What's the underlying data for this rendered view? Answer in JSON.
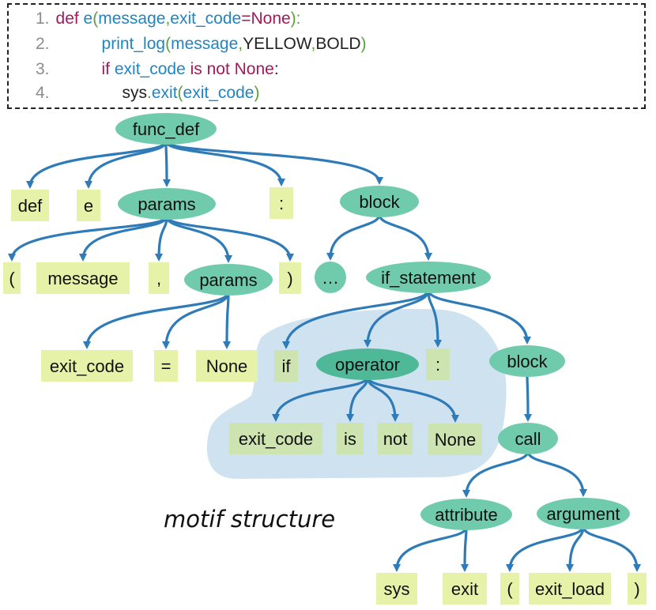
{
  "code": {
    "lines": [
      {
        "num": "1.",
        "tokens": [
          {
            "t": "def ",
            "c": "kw"
          },
          {
            "t": "e",
            "c": "fn"
          },
          {
            "t": "(",
            "c": "gn"
          },
          {
            "t": "message",
            "c": "fn"
          },
          {
            "t": ",",
            "c": "gn"
          },
          {
            "t": "exit_code",
            "c": "fn"
          },
          {
            "t": "=",
            "c": "kw"
          },
          {
            "t": "None",
            "c": "kw"
          },
          {
            "t": "):",
            "c": "gn"
          }
        ]
      },
      {
        "num": "2.",
        "tokens": [
          {
            "t": "print_log",
            "c": "fn"
          },
          {
            "t": "(",
            "c": "gn"
          },
          {
            "t": "message",
            "c": "fn"
          },
          {
            "t": ",",
            "c": "gn"
          },
          {
            "t": "YELLOW",
            "c": "pl"
          },
          {
            "t": ",",
            "c": "gn"
          },
          {
            "t": "BOLD",
            "c": "pl"
          },
          {
            "t": ")",
            "c": "gn"
          }
        ]
      },
      {
        "num": "3.",
        "tokens": [
          {
            "t": "if ",
            "c": "kw"
          },
          {
            "t": "exit_code ",
            "c": "fn"
          },
          {
            "t": "is not None",
            "c": "kw"
          },
          {
            "t": ":",
            "c": "pl"
          }
        ]
      },
      {
        "num": "4.",
        "tokens": [
          {
            "t": "sys",
            "c": "pl"
          },
          {
            "t": ".",
            "c": "gn"
          },
          {
            "t": "exit",
            "c": "fn"
          },
          {
            "t": "(",
            "c": "gn"
          },
          {
            "t": "exit_code",
            "c": "fn"
          },
          {
            "t": ")",
            "c": "gn"
          }
        ]
      }
    ]
  },
  "colors": {
    "ellipse": "#6fcbac",
    "ellipse_dark": "#4fb897",
    "box": "#e6f2a8",
    "box_dark": "#cde3b0",
    "arrow": "#2e7bb8",
    "motif_bg": "#cfe2f0"
  },
  "nodes": [
    {
      "id": "func_def",
      "label": "func_def",
      "shape": "ellipse"
    },
    {
      "id": "def",
      "label": "def",
      "shape": "box"
    },
    {
      "id": "e",
      "label": "e",
      "shape": "box"
    },
    {
      "id": "params1",
      "label": "params",
      "shape": "ellipse"
    },
    {
      "id": "colon1",
      "label": ":",
      "shape": "box"
    },
    {
      "id": "block1",
      "label": "block",
      "shape": "ellipse"
    },
    {
      "id": "lparen1",
      "label": "(",
      "shape": "box"
    },
    {
      "id": "message",
      "label": "message",
      "shape": "box"
    },
    {
      "id": "comma",
      "label": ",",
      "shape": "box"
    },
    {
      "id": "params2",
      "label": "params",
      "shape": "ellipse"
    },
    {
      "id": "rparen1",
      "label": ")",
      "shape": "box"
    },
    {
      "id": "ellipsis",
      "label": "…",
      "shape": "circle"
    },
    {
      "id": "if_statement",
      "label": "if_statement",
      "shape": "ellipse"
    },
    {
      "id": "exit_code1",
      "label": "exit_code",
      "shape": "box"
    },
    {
      "id": "eq",
      "label": "=",
      "shape": "box"
    },
    {
      "id": "none1",
      "label": "None",
      "shape": "box"
    },
    {
      "id": "if",
      "label": "if",
      "shape": "box",
      "motif": true
    },
    {
      "id": "operator",
      "label": "operator",
      "shape": "ellipse",
      "motif": true
    },
    {
      "id": "colon2",
      "label": ":",
      "shape": "box",
      "motif": true
    },
    {
      "id": "block2",
      "label": "block",
      "shape": "ellipse"
    },
    {
      "id": "exit_code2",
      "label": "exit_code",
      "shape": "box",
      "motif": true
    },
    {
      "id": "is",
      "label": "is",
      "shape": "box",
      "motif": true
    },
    {
      "id": "not",
      "label": "not",
      "shape": "box",
      "motif": true
    },
    {
      "id": "none2",
      "label": "None",
      "shape": "box",
      "motif": true
    },
    {
      "id": "call",
      "label": "call",
      "shape": "ellipse"
    },
    {
      "id": "attribute",
      "label": "attribute",
      "shape": "ellipse"
    },
    {
      "id": "argument",
      "label": "argument",
      "shape": "ellipse"
    },
    {
      "id": "sys",
      "label": "sys",
      "shape": "box"
    },
    {
      "id": "exit",
      "label": "exit",
      "shape": "box"
    },
    {
      "id": "lparen2",
      "label": "(",
      "shape": "box"
    },
    {
      "id": "exit_load",
      "label": "exit_load",
      "shape": "box"
    },
    {
      "id": "rparen2",
      "label": ")",
      "shape": "box"
    }
  ],
  "edges": [
    [
      "func_def",
      "def"
    ],
    [
      "func_def",
      "e"
    ],
    [
      "func_def",
      "params1"
    ],
    [
      "func_def",
      "colon1"
    ],
    [
      "func_def",
      "block1"
    ],
    [
      "params1",
      "lparen1"
    ],
    [
      "params1",
      "message"
    ],
    [
      "params1",
      "comma"
    ],
    [
      "params1",
      "params2"
    ],
    [
      "params1",
      "rparen1"
    ],
    [
      "block1",
      "ellipsis"
    ],
    [
      "block1",
      "if_statement"
    ],
    [
      "params2",
      "exit_code1"
    ],
    [
      "params2",
      "eq"
    ],
    [
      "params2",
      "none1"
    ],
    [
      "if_statement",
      "if"
    ],
    [
      "if_statement",
      "operator"
    ],
    [
      "if_statement",
      "colon2"
    ],
    [
      "if_statement",
      "block2"
    ],
    [
      "operator",
      "exit_code2"
    ],
    [
      "operator",
      "is"
    ],
    [
      "operator",
      "not"
    ],
    [
      "operator",
      "none2"
    ],
    [
      "block2",
      "call"
    ],
    [
      "call",
      "attribute"
    ],
    [
      "call",
      "argument"
    ],
    [
      "attribute",
      "sys"
    ],
    [
      "attribute",
      "exit"
    ],
    [
      "argument",
      "lparen2"
    ],
    [
      "argument",
      "exit_load"
    ],
    [
      "argument",
      "rparen2"
    ]
  ],
  "motif_label": "motif structure"
}
